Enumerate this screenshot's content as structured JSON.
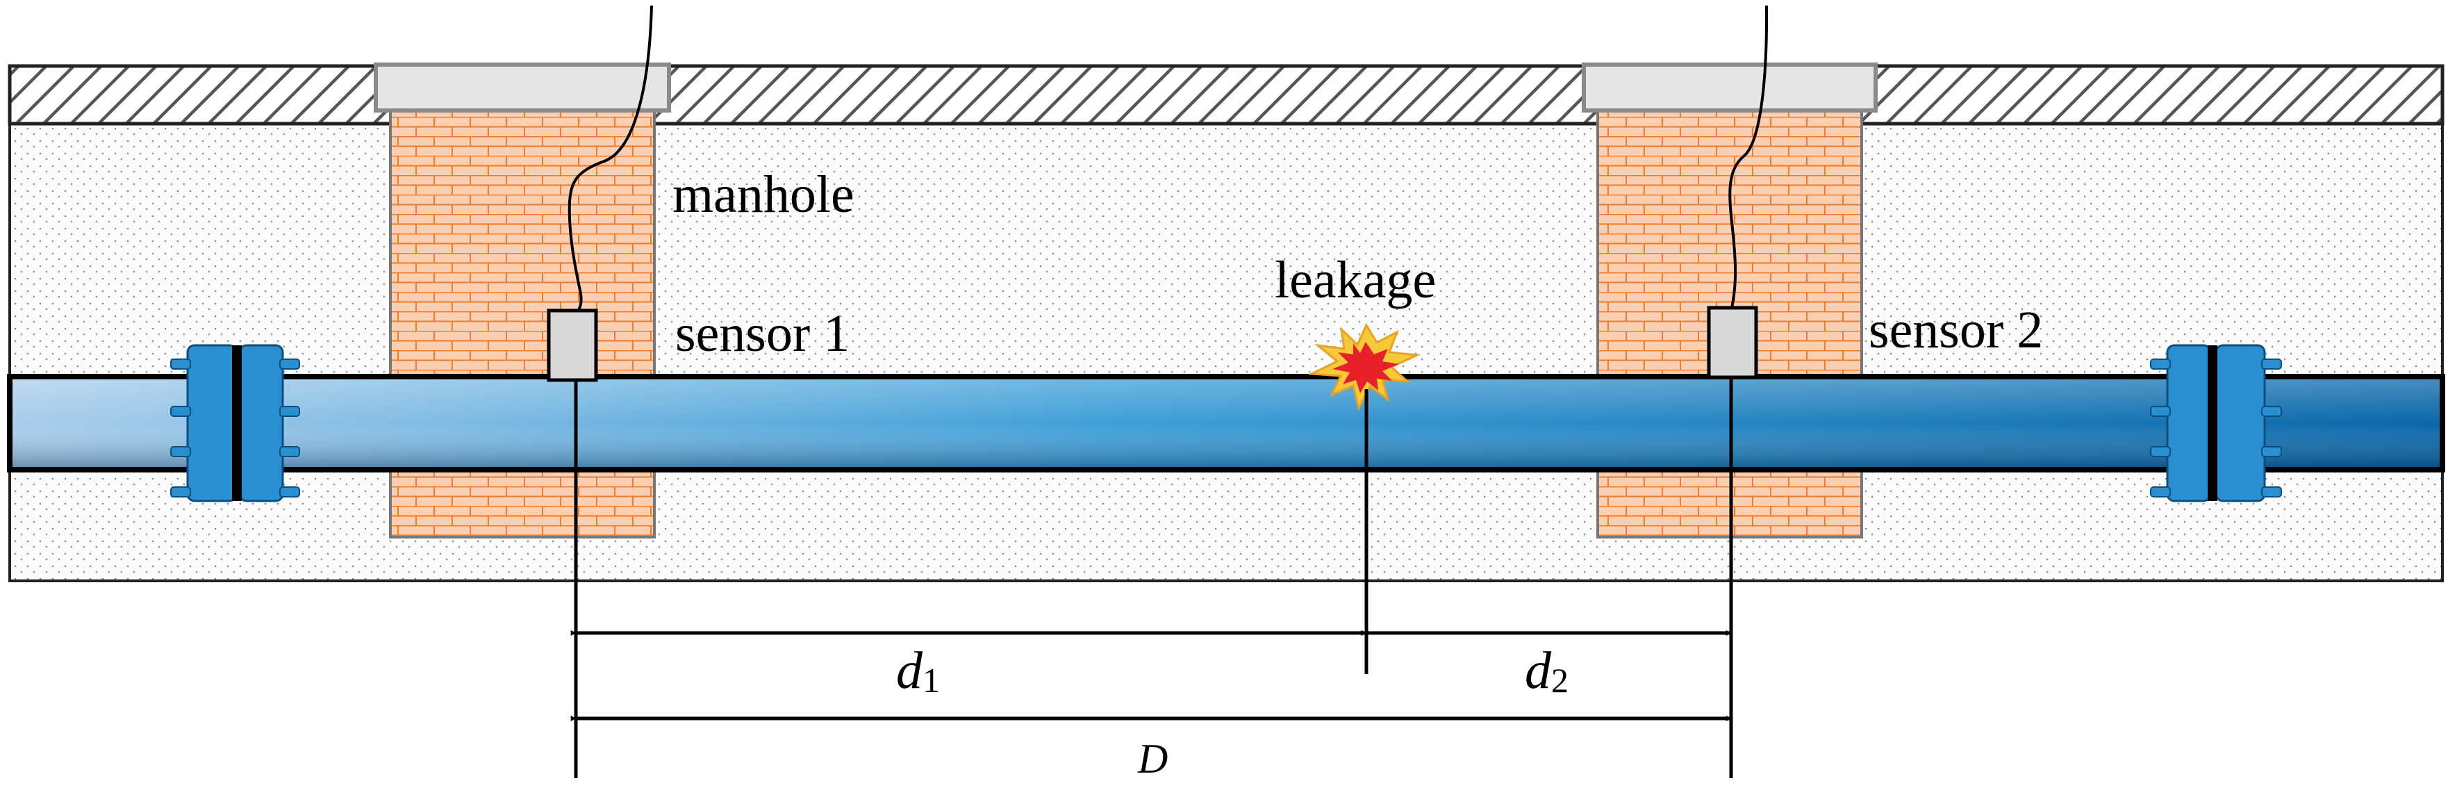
{
  "labels": {
    "manhole": "manhole",
    "sensor1": "sensor 1",
    "sensor2": "sensor 2",
    "leakage": "leakage"
  },
  "dimensions": {
    "d1_symbol": "d",
    "d1_sub": "1",
    "d2_symbol": "d",
    "d2_sub": "2",
    "total": "D"
  },
  "colors": {
    "pipe_light": "#a9cdeb",
    "pipe_mid": "#3f9fd8",
    "pipe_dark": "#0a67a8",
    "brick_fill": "#fbcfb1",
    "brick_line": "#ef7d2a",
    "soil_fill": "#fbfbfb",
    "cap_fill": "#e6e6e6",
    "leak_outer": "#f6c93a",
    "leak_inner": "#e8202a",
    "flange": "#2a8fd1"
  },
  "icons": {
    "leak": "leak-burst-icon",
    "coupling": "pipe-coupling-icon",
    "sensor": "sensor-box-icon"
  }
}
